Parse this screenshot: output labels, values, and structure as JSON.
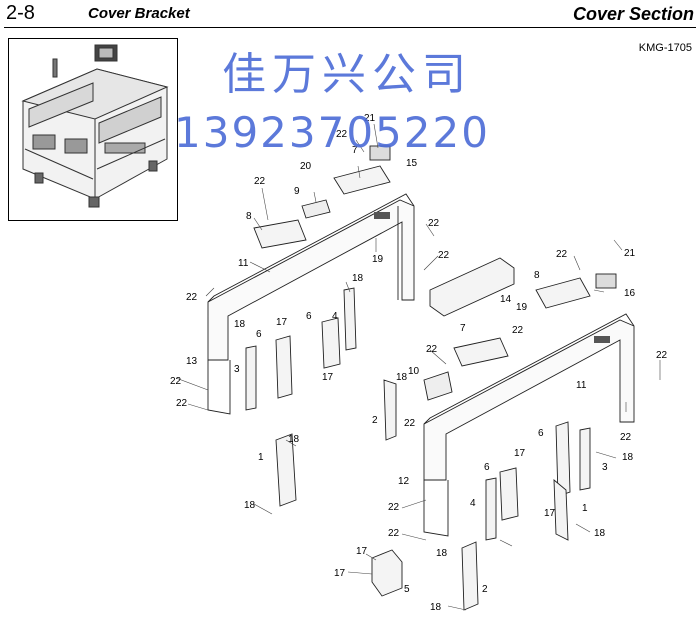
{
  "header": {
    "page_number": "2-8",
    "title": "Cover Bracket",
    "section": "Cover Section"
  },
  "model_code": "KMG-1705",
  "watermark": {
    "company": "佳万兴公司",
    "phone": "13923705220",
    "color": "#4b6bd6"
  },
  "callouts": {
    "c21a": "21",
    "c22a": "22",
    "c7a": "7",
    "c20": "20",
    "c15": "15",
    "c22b": "22",
    "c9": "9",
    "c8a": "8",
    "c11a": "11",
    "c19a": "19",
    "c22c": "22",
    "c22d": "22",
    "c19b": "19",
    "c14": "14",
    "c22e": "22",
    "c21b": "21",
    "c8b": "8",
    "c16": "16",
    "c22f": "22",
    "c18a": "18",
    "c17a": "17",
    "c6a": "6",
    "c4a": "4",
    "c18b": "18",
    "c17b": "17",
    "c7b": "7",
    "c22g": "22",
    "c22h": "22",
    "c22i": "22",
    "c10": "10",
    "c18c": "18",
    "c11b": "11",
    "c13": "13",
    "c3a": "3",
    "c22j": "22",
    "c22k": "22",
    "c2a": "2",
    "c22l": "22",
    "c22m": "22",
    "c6b": "6",
    "c17c": "17",
    "c3b": "3",
    "c18d": "18",
    "c1a": "1",
    "c18e": "18",
    "c18f": "18",
    "c12": "12",
    "c6c": "6",
    "c4b": "4",
    "c17d": "17",
    "c22n": "22",
    "c1b": "1",
    "c18g": "18",
    "c22o": "22",
    "c17e": "17",
    "c18h": "18",
    "c17f": "17",
    "c5": "5",
    "c2b": "2",
    "c18i": "18"
  }
}
